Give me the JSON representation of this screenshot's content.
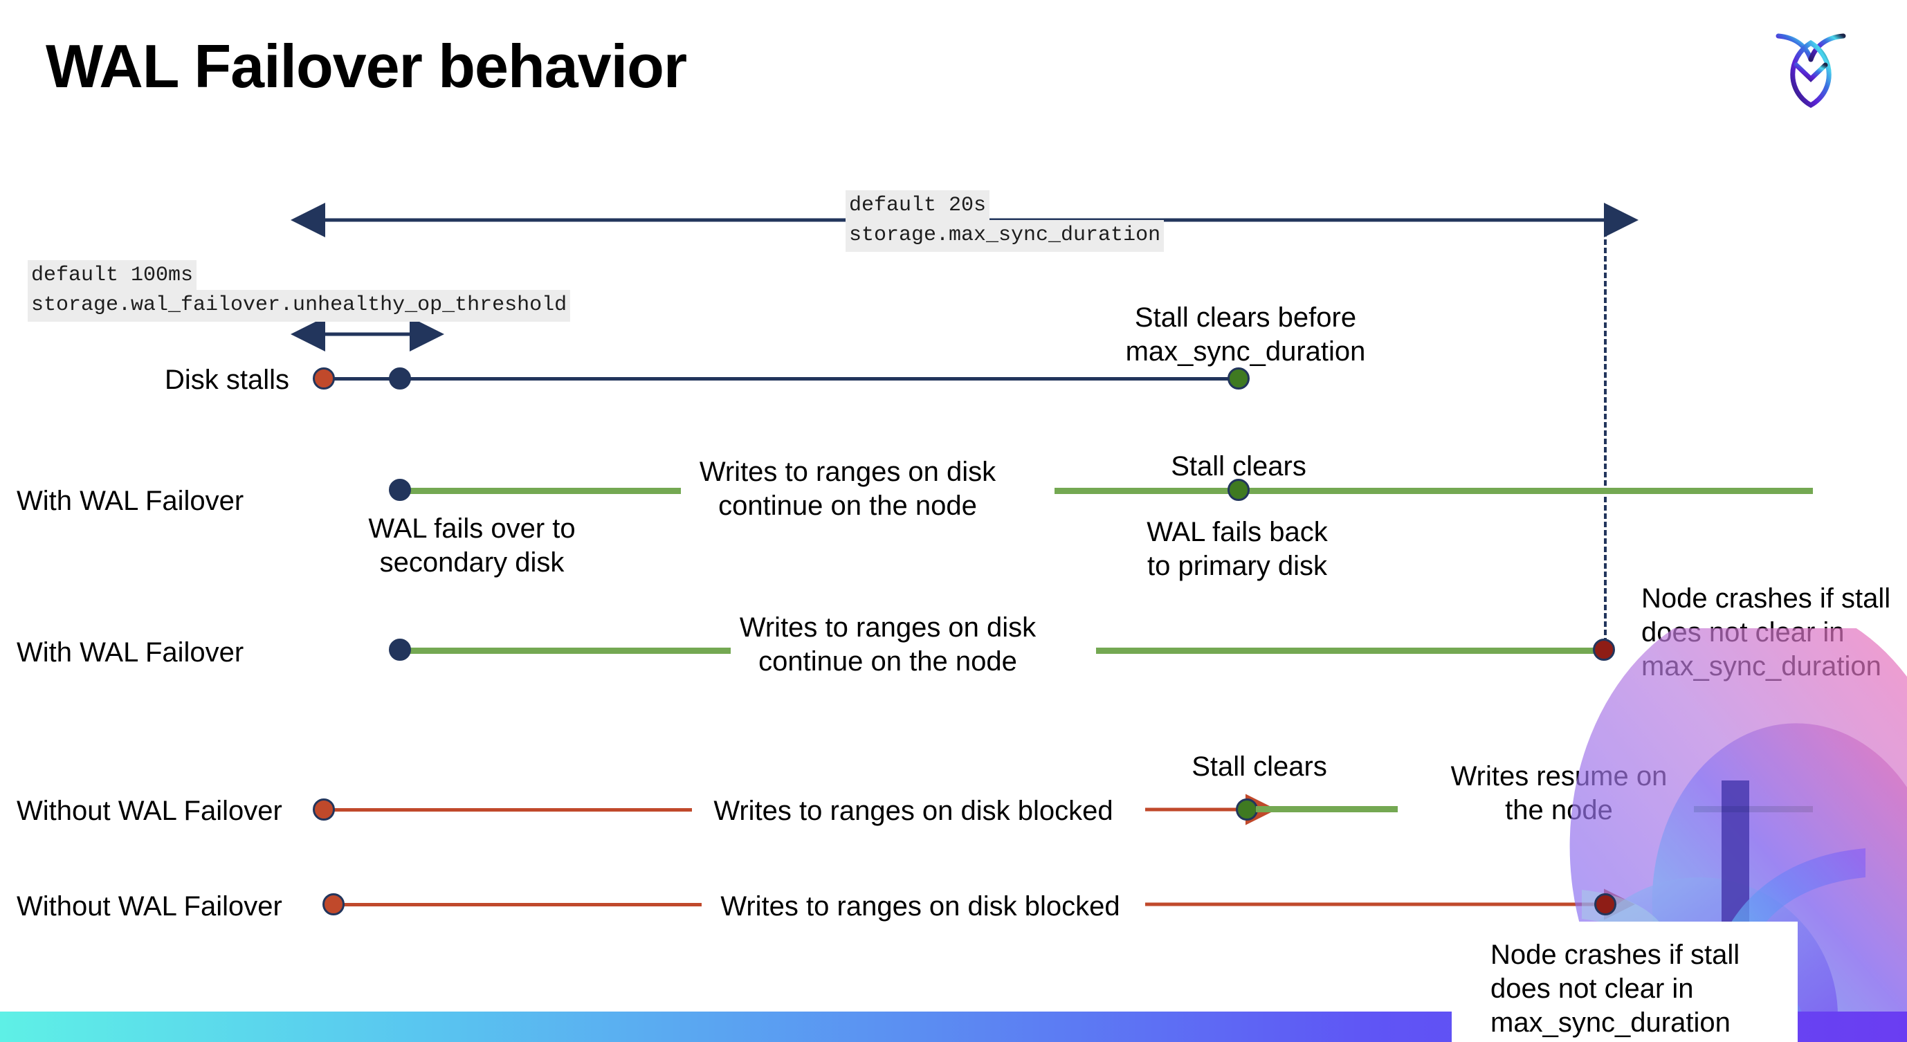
{
  "slide": {
    "title": "WAL Failover behavior",
    "logo_name": "cockroachdb-logo"
  },
  "settings": {
    "max_sync": {
      "default_label": "default 20s",
      "setting_name": "storage.max_sync_duration"
    },
    "unhealthy_threshold": {
      "default_label": "default 100ms",
      "setting_name": "storage.wal_failover.unhealthy_op_threshold"
    }
  },
  "rows": [
    {
      "label": "Disk stalls",
      "notes": [
        "Stall clears before",
        "max_sync_duration"
      ]
    },
    {
      "label": "With WAL Failover",
      "note_failover": [
        "WAL fails over to",
        "secondary disk"
      ],
      "note_writes": [
        "Writes to ranges on disk",
        "continue on the node"
      ],
      "note_clear": "Stall clears",
      "note_failback": [
        "WAL fails  back",
        "to primary disk"
      ]
    },
    {
      "label": "With WAL Failover",
      "note_writes": [
        "Writes to ranges on disk",
        "continue on the node"
      ],
      "note_crash": [
        "Node crashes if stall",
        "does not clear in",
        "max_sync_duration"
      ]
    },
    {
      "label": "Without WAL Failover",
      "note_blocked": "Writes to ranges on disk  blocked",
      "note_clear": "Stall clears",
      "note_resume": [
        "Writes resume on",
        "the node"
      ]
    },
    {
      "label": "Without WAL Failover",
      "note_blocked": "Writes to ranges on disk  blocked",
      "note_crash": [
        "Node crashes if stall",
        "does not clear in",
        "max_sync_duration"
      ]
    }
  ],
  "colors": {
    "navy": "#22355c",
    "red": "#c0492b",
    "green_line": "#74a852",
    "green_dot": "#3f7a21",
    "dark_red_dot": "#8e1d16",
    "code_bg": "#ececec",
    "bottom_gradient_start": "#5ef0e6",
    "bottom_gradient_end": "#6a3df2"
  }
}
